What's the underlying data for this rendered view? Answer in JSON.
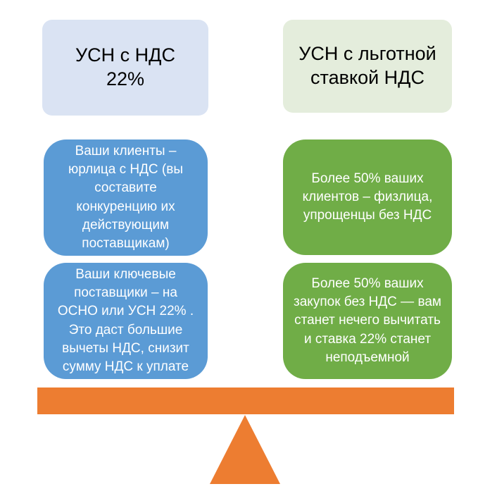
{
  "diagram": {
    "title_left": "УСН с НДС 22%",
    "title_right": "УСН с льготной ставкой НДС",
    "left_column": {
      "header": {
        "label": "УСН с НДС 22%",
        "bg": "#DAE3F3"
      },
      "accent": "#5B9BD5",
      "items": [
        {
          "text": "Ваши клиенты – юрлица с НДС (вы составите конкуренцию их действующим поставщикам)"
        },
        {
          "text": "Ваши ключевые поставщики – на ОСНО или УСН 22% . Это даст большие вычеты НДС, снизит сумму НДС к уплате"
        }
      ]
    },
    "right_column": {
      "header": {
        "label": "УСН с льготной ставкой НДС",
        "bg": "#E4EDDC"
      },
      "accent": "#70AD47",
      "items": [
        {
          "text": "Более 50% ваших клиентов – физлица, упрощенцы без НДС"
        },
        {
          "text": "Более 50% ваших закупок без НДС — вам станет нечего вычитать и ставка 22% станет неподъемной"
        }
      ]
    },
    "balance": {
      "beam_color": "#ED7D31",
      "fulcrum_color": "#ED7D31"
    },
    "colors": {
      "background": "#FFFFFF",
      "blue_box": "#5B9BD5",
      "green_box": "#70AD47",
      "orange": "#ED7D31",
      "header_left_bg": "#DAE3F3",
      "header_right_bg": "#E4EDDC",
      "box_text": "#FFFFFF",
      "header_text": "#000000"
    }
  }
}
